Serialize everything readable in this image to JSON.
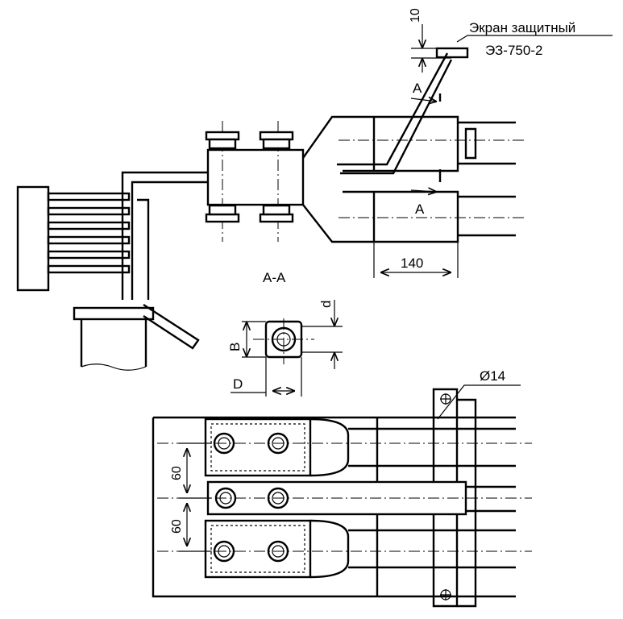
{
  "labels": {
    "screen_title": "Экран защитный",
    "screen_model": "ЭЗ-750-2",
    "dim_10": "10",
    "section_a_top": "А",
    "section_a_bottom": "А",
    "dim_140": "140",
    "section_title": "А-А",
    "dim_d": "d",
    "dim_b": "B",
    "dim_D": "D",
    "dim_hole": "Ø14",
    "dim_60_top": "60",
    "dim_60_bottom": "60"
  }
}
